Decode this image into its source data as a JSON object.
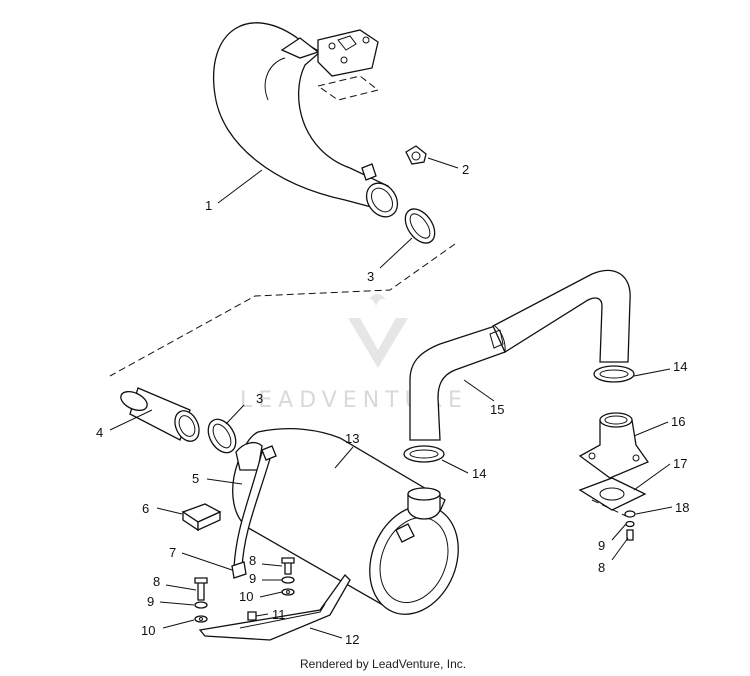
{
  "callouts": {
    "c1": "1",
    "c2": "2",
    "c3a": "3",
    "c3b": "3",
    "c4": "4",
    "c5": "5",
    "c6": "6",
    "c7": "7",
    "c8a": "8",
    "c8b": "8",
    "c8c": "8",
    "c9a": "9",
    "c9b": "9",
    "c9c": "9",
    "c10a": "10",
    "c10b": "10",
    "c11": "11",
    "c12": "12",
    "c13": "13",
    "c14a": "14",
    "c14b": "14",
    "c15": "15",
    "c16": "16",
    "c17": "17",
    "c18": "18"
  },
  "watermark": "LEADVENTURE",
  "footer": "Rendered by LeadVenture, Inc."
}
